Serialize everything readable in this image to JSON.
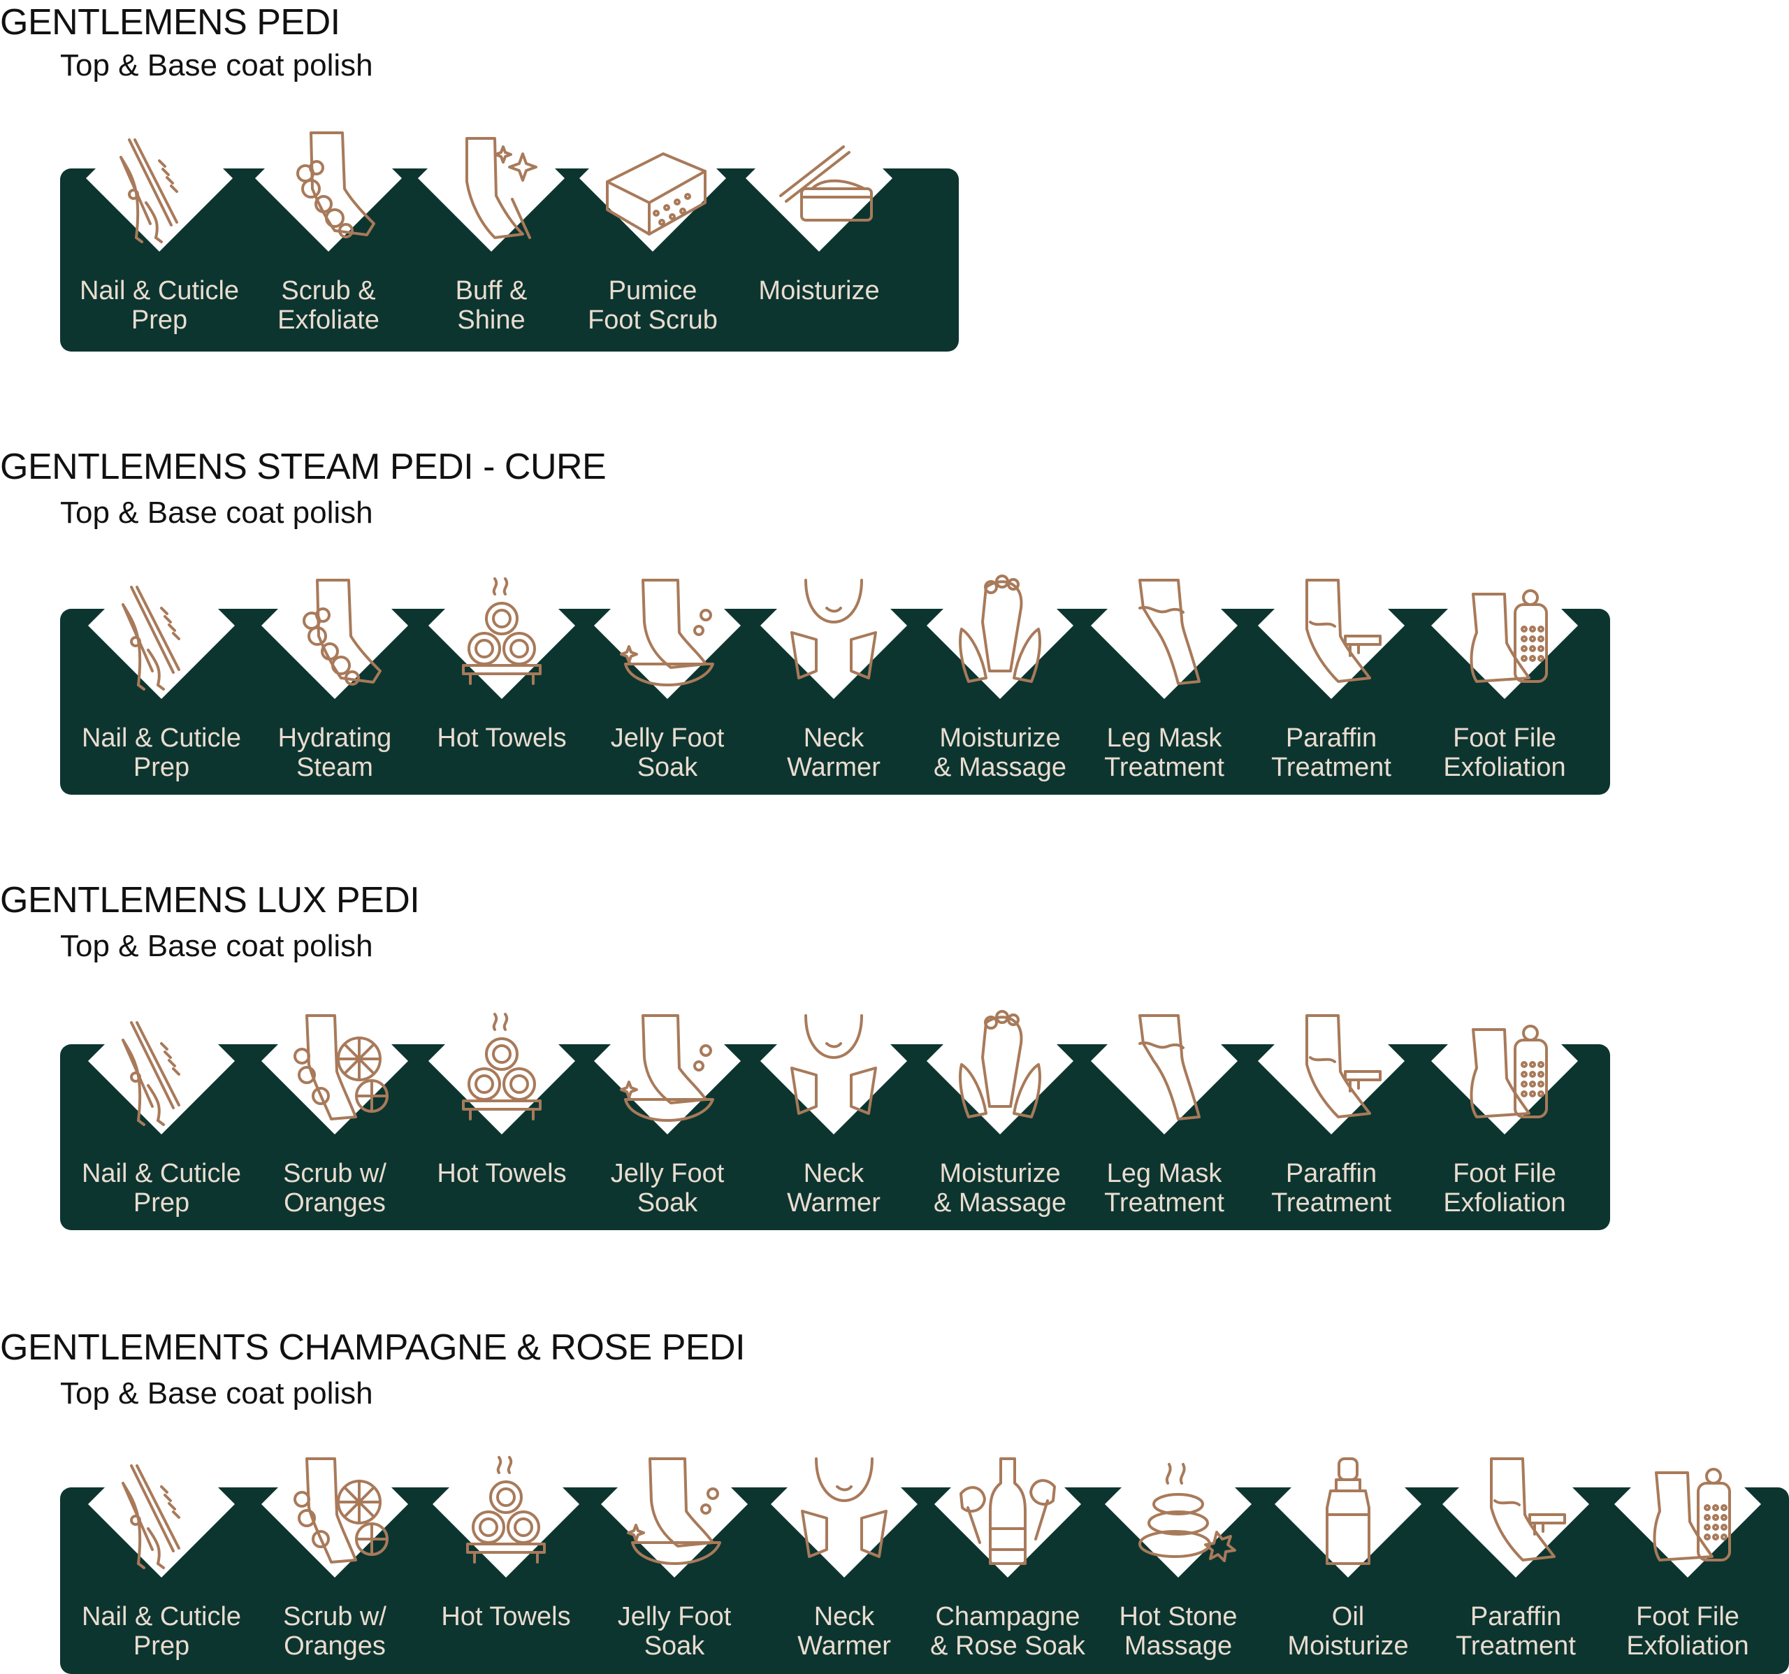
{
  "colors": {
    "band": "#0d3530",
    "icon_stroke": "#a87a5a",
    "label_text": "#e9ddd0",
    "heading_text": "#111111"
  },
  "sections": [
    {
      "title": "GENTLEMENS PEDI",
      "subtitle": "Top & Base coat polish",
      "items": [
        {
          "line1": "Nail & Cuticle",
          "line2": "Prep",
          "icon": "nail-tools-icon"
        },
        {
          "line1": "Scrub &",
          "line2": "Exfoliate",
          "icon": "scrub-foot-icon"
        },
        {
          "line1": "Buff &",
          "line2": "Shine",
          "icon": "shine-foot-icon"
        },
        {
          "line1": "Pumice",
          "line2": "Foot Scrub",
          "icon": "pumice-icon"
        },
        {
          "line1": "Moisturize",
          "line2": "",
          "icon": "cream-jar-icon"
        }
      ]
    },
    {
      "title": "GENTLEMENS STEAM PEDI - CURE",
      "subtitle": "Top & Base coat polish",
      "items": [
        {
          "line1": "Nail & Cuticle",
          "line2": "Prep",
          "icon": "nail-tools-icon"
        },
        {
          "line1": "Hydrating",
          "line2": "Steam",
          "icon": "scrub-foot-icon"
        },
        {
          "line1": "Hot Towels",
          "line2": "",
          "icon": "hot-towels-icon"
        },
        {
          "line1": "Jelly Foot",
          "line2": "Soak",
          "icon": "foot-soak-icon"
        },
        {
          "line1": "Neck",
          "line2": "Warmer",
          "icon": "neck-warmer-icon"
        },
        {
          "line1": "Moisturize",
          "line2": "& Massage",
          "icon": "foot-massage-icon"
        },
        {
          "line1": "Leg Mask",
          "line2": "Treatment",
          "icon": "leg-mask-icon"
        },
        {
          "line1": "Paraffin",
          "line2": "Treatment",
          "icon": "paraffin-icon"
        },
        {
          "line1": "Foot File",
          "line2": "Exfoliation",
          "icon": "foot-file-icon"
        }
      ]
    },
    {
      "title": "GENTLEMENS LUX PEDI",
      "subtitle": "Top & Base coat polish",
      "items": [
        {
          "line1": "Nail & Cuticle",
          "line2": "Prep",
          "icon": "nail-tools-icon"
        },
        {
          "line1": "Scrub w/",
          "line2": "Oranges",
          "icon": "orange-scrub-icon"
        },
        {
          "line1": "Hot Towels",
          "line2": "",
          "icon": "hot-towels-icon"
        },
        {
          "line1": "Jelly Foot",
          "line2": "Soak",
          "icon": "foot-soak-icon"
        },
        {
          "line1": "Neck",
          "line2": "Warmer",
          "icon": "neck-warmer-icon"
        },
        {
          "line1": "Moisturize",
          "line2": "& Massage",
          "icon": "foot-massage-icon"
        },
        {
          "line1": "Leg Mask",
          "line2": "Treatment",
          "icon": "leg-mask-icon"
        },
        {
          "line1": "Paraffin",
          "line2": "Treatment",
          "icon": "paraffin-icon"
        },
        {
          "line1": "Foot File",
          "line2": "Exfoliation",
          "icon": "foot-file-icon"
        }
      ]
    },
    {
      "title": "GENTLEMENTS CHAMPAGNE & ROSE PEDI",
      "subtitle": "Top & Base coat polish",
      "items": [
        {
          "line1": "Nail & Cuticle",
          "line2": "Prep",
          "icon": "nail-tools-icon"
        },
        {
          "line1": "Scrub w/",
          "line2": "Oranges",
          "icon": "orange-scrub-icon"
        },
        {
          "line1": "Hot Towels",
          "line2": "",
          "icon": "hot-towels-icon"
        },
        {
          "line1": "Jelly Foot",
          "line2": "Soak",
          "icon": "foot-soak-icon"
        },
        {
          "line1": "Neck",
          "line2": "Warmer",
          "icon": "neck-warmer-icon"
        },
        {
          "line1": "Champagne",
          "line2": "& Rose Soak",
          "icon": "champagne-rose-icon"
        },
        {
          "line1": "Hot Stone",
          "line2": "Massage",
          "icon": "hot-stone-icon"
        },
        {
          "line1": "Oil",
          "line2": "Moisturize",
          "icon": "oil-bottle-icon"
        },
        {
          "line1": "Paraffin",
          "line2": "Treatment",
          "icon": "paraffin-icon"
        },
        {
          "line1": "Foot File",
          "line2": "Exfoliation",
          "icon": "foot-file-icon"
        }
      ]
    }
  ]
}
